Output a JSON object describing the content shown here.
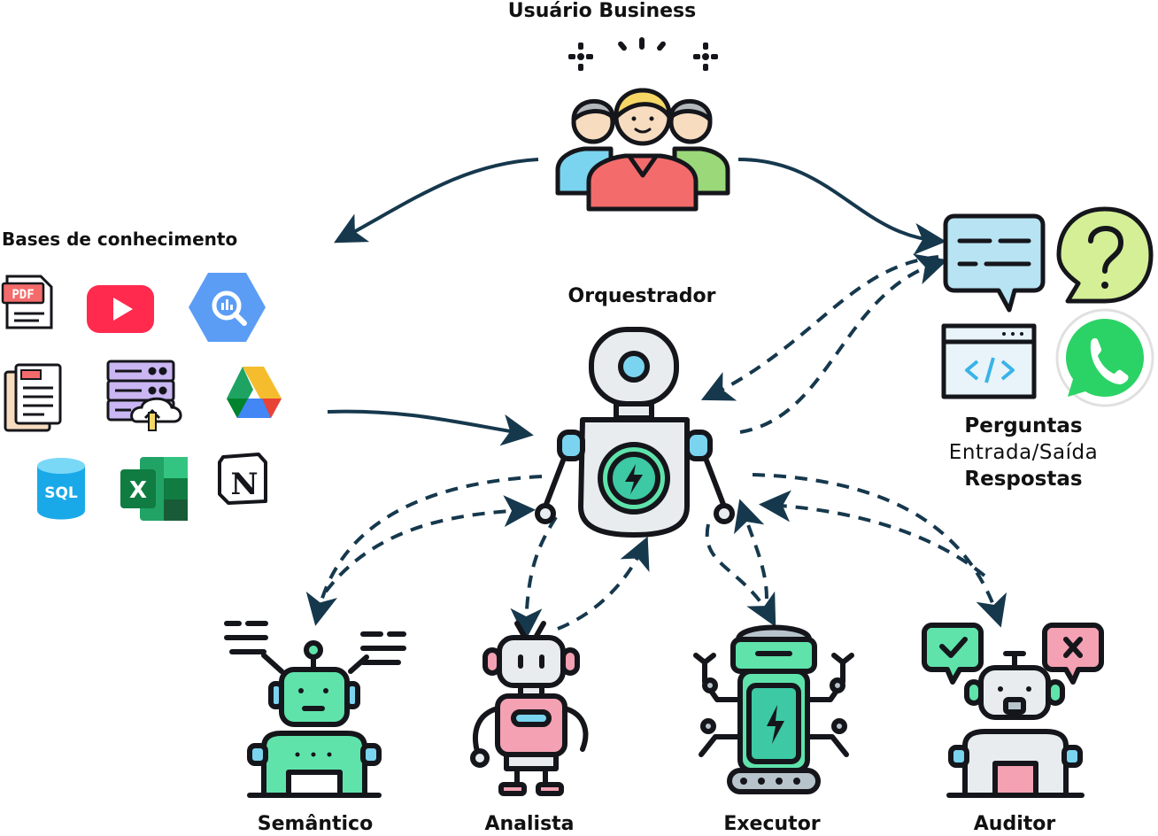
{
  "business_user": {
    "label": "Usuário Business"
  },
  "knowledge_bases": {
    "label": "Bases de conhecimento",
    "sources": [
      {
        "name": "pdf-icon",
        "text": "PDF"
      },
      {
        "name": "youtube-icon"
      },
      {
        "name": "bigquery-icon"
      },
      {
        "name": "documents-icon"
      },
      {
        "name": "server-upload-icon"
      },
      {
        "name": "google-drive-icon"
      },
      {
        "name": "sql-database-icon",
        "text": "SQL"
      },
      {
        "name": "excel-icon",
        "text": "X"
      },
      {
        "name": "notion-icon",
        "text": "N"
      }
    ]
  },
  "orchestrator": {
    "label": "Orquestrador"
  },
  "io": {
    "line1": "Perguntas",
    "line2": "Entrada/Saída",
    "line3": "Respostas",
    "icons": [
      "chat-bubble-icon",
      "question-mark-icon",
      "code-window-icon",
      "whatsapp-icon"
    ]
  },
  "agents": [
    {
      "label": "Semântico"
    },
    {
      "label": "Analista"
    },
    {
      "label": "Executor"
    },
    {
      "label": "Auditor"
    }
  ],
  "colors": {
    "arrow": "#16384d",
    "outline": "#15161b",
    "mint": "#5fe3ab",
    "teal": "#3cc9a3",
    "pink": "#f4a1b3",
    "coral": "#f46b6b",
    "blue": "#7ad4ef",
    "green": "#9bd87a",
    "yellow": "#f6d766",
    "skin": "#f7dcc0",
    "grey": "#e8ecef"
  }
}
